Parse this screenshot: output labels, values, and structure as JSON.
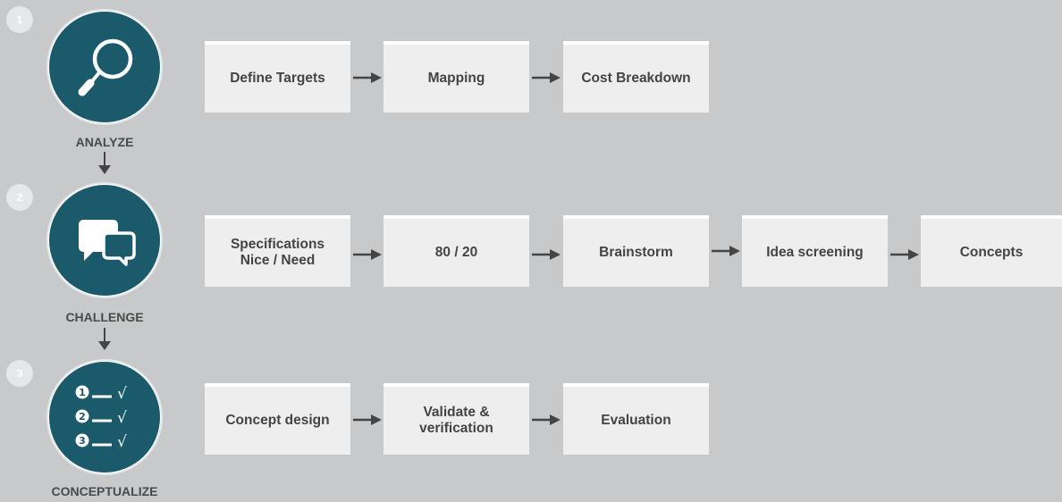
{
  "colors": {
    "background": "#c8c9cb",
    "circle": "#1b5a6b",
    "box": "#eeeeee",
    "text": "#444444"
  },
  "stages": [
    {
      "number": "1",
      "label": "ANALYZE",
      "icon": "magnifier-icon",
      "steps": [
        "Define Targets",
        "Mapping",
        "Cost Breakdown"
      ]
    },
    {
      "number": "2",
      "label": "CHALLENGE",
      "icon": "speech-bubbles-icon",
      "steps": [
        "Specifications\nNice / Need",
        "80 / 20",
        "Brainstorm",
        "Idea screening",
        "Concepts"
      ]
    },
    {
      "number": "3",
      "label": "CONCEPTUALIZE",
      "icon": "checklist-icon",
      "steps": [
        "Concept design",
        "Validate &\nverification",
        "Evaluation"
      ]
    }
  ],
  "checklist": {
    "numbers": [
      "1",
      "2",
      "3"
    ],
    "check": "√"
  }
}
